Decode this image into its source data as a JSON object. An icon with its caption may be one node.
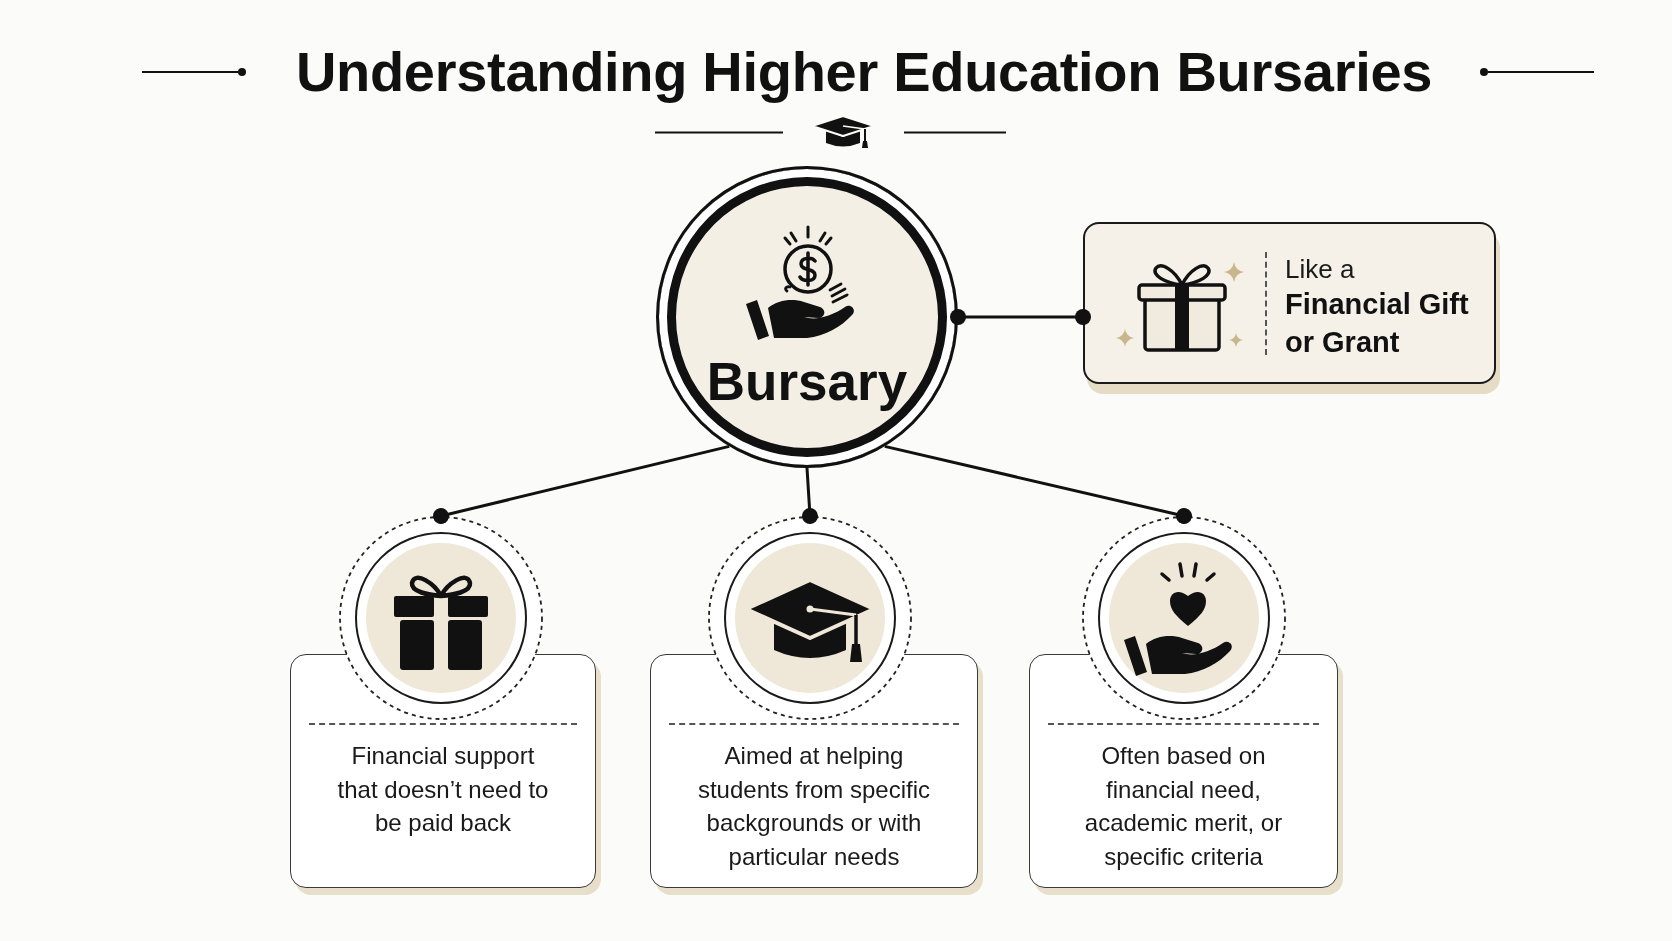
{
  "diagram": {
    "title": "Understanding Higher Education Bursaries",
    "nodes": [
      {
        "text": [
          "Bursary"
        ]
      },
      {
        "text": [
          "Like a",
          "Financial Gift or Grant"
        ]
      },
      {
        "text": [
          "Financial support that doesn’t need to be paid back"
        ]
      },
      {
        "text": [
          "Aimed at helping students from specific backgrounds or with particular needs"
        ]
      },
      {
        "text": [
          "Often based on financial need, academic merit, or specific criteria"
        ]
      }
    ],
    "edges": [
      {
        "from": 0,
        "to": 1,
        "arrow": "other"
      },
      {
        "from": 0,
        "to": 2,
        "arrow": "other"
      },
      {
        "from": 0,
        "to": 3,
        "arrow": "other"
      },
      {
        "from": 0,
        "to": 4,
        "arrow": "other"
      }
    ]
  }
}
